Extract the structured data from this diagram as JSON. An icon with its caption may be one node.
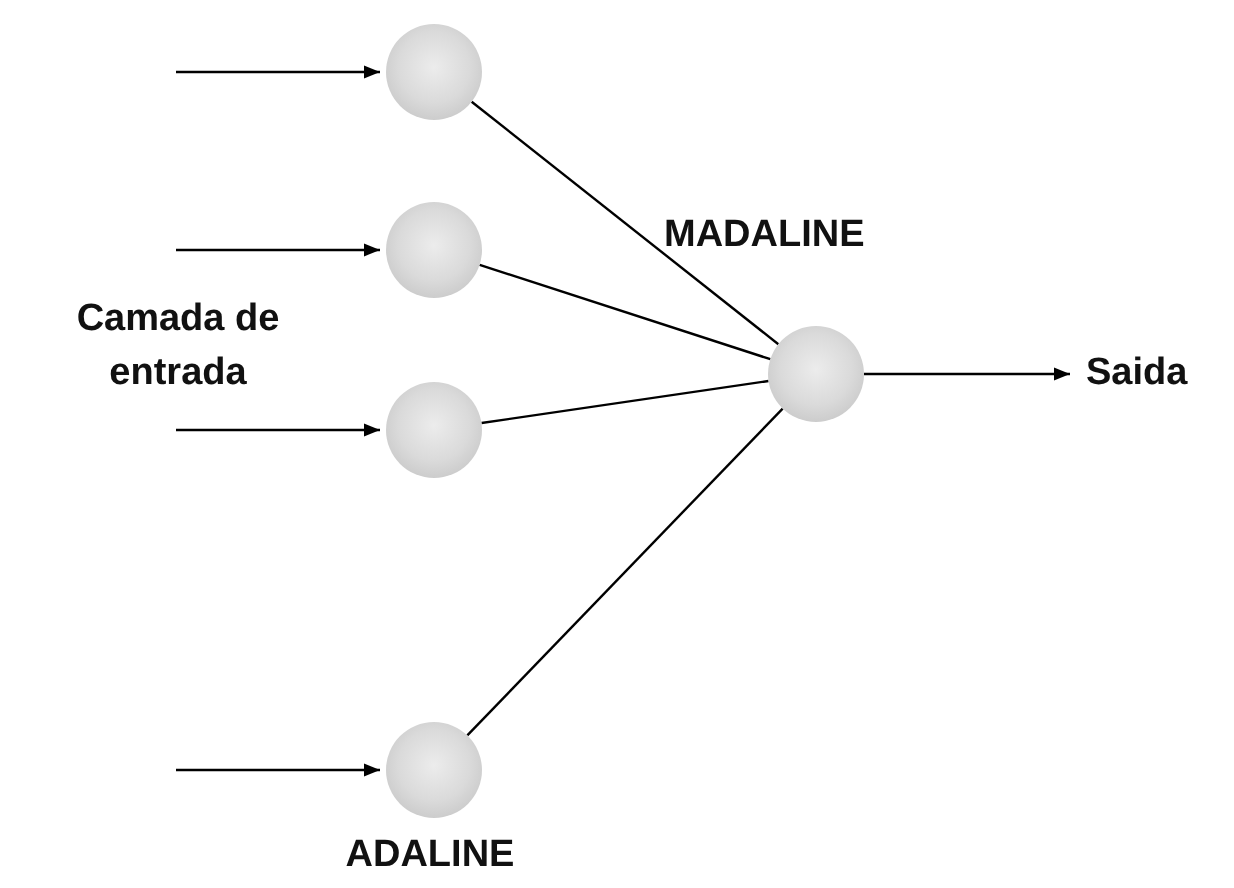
{
  "diagram": {
    "nodes": [
      {
        "text": [],
        "shape": "circle"
      },
      {
        "text": [],
        "shape": "circle"
      },
      {
        "text": [],
        "shape": "circle"
      },
      {
        "text": [],
        "shape": "circle"
      },
      {
        "text": [],
        "shape": "circle"
      },
      {
        "text": [
          "Saida"
        ]
      }
    ],
    "edges": [
      {
        "from": null,
        "to": 0,
        "arrow": "to"
      },
      {
        "from": null,
        "to": 1,
        "arrow": "to"
      },
      {
        "from": null,
        "to": 2,
        "arrow": "to"
      },
      {
        "from": null,
        "to": 3,
        "arrow": "to"
      },
      {
        "from": 0,
        "to": 4,
        "arrow": "none"
      },
      {
        "from": 1,
        "to": 4,
        "arrow": "none"
      },
      {
        "from": 2,
        "to": 4,
        "arrow": "none"
      },
      {
        "from": 3,
        "to": 4,
        "arrow": "none"
      },
      {
        "from": 4,
        "to": 5,
        "arrow": "to"
      }
    ],
    "labels": [
      "MADALINE",
      "Camada de entrada",
      "ADALINE"
    ]
  }
}
